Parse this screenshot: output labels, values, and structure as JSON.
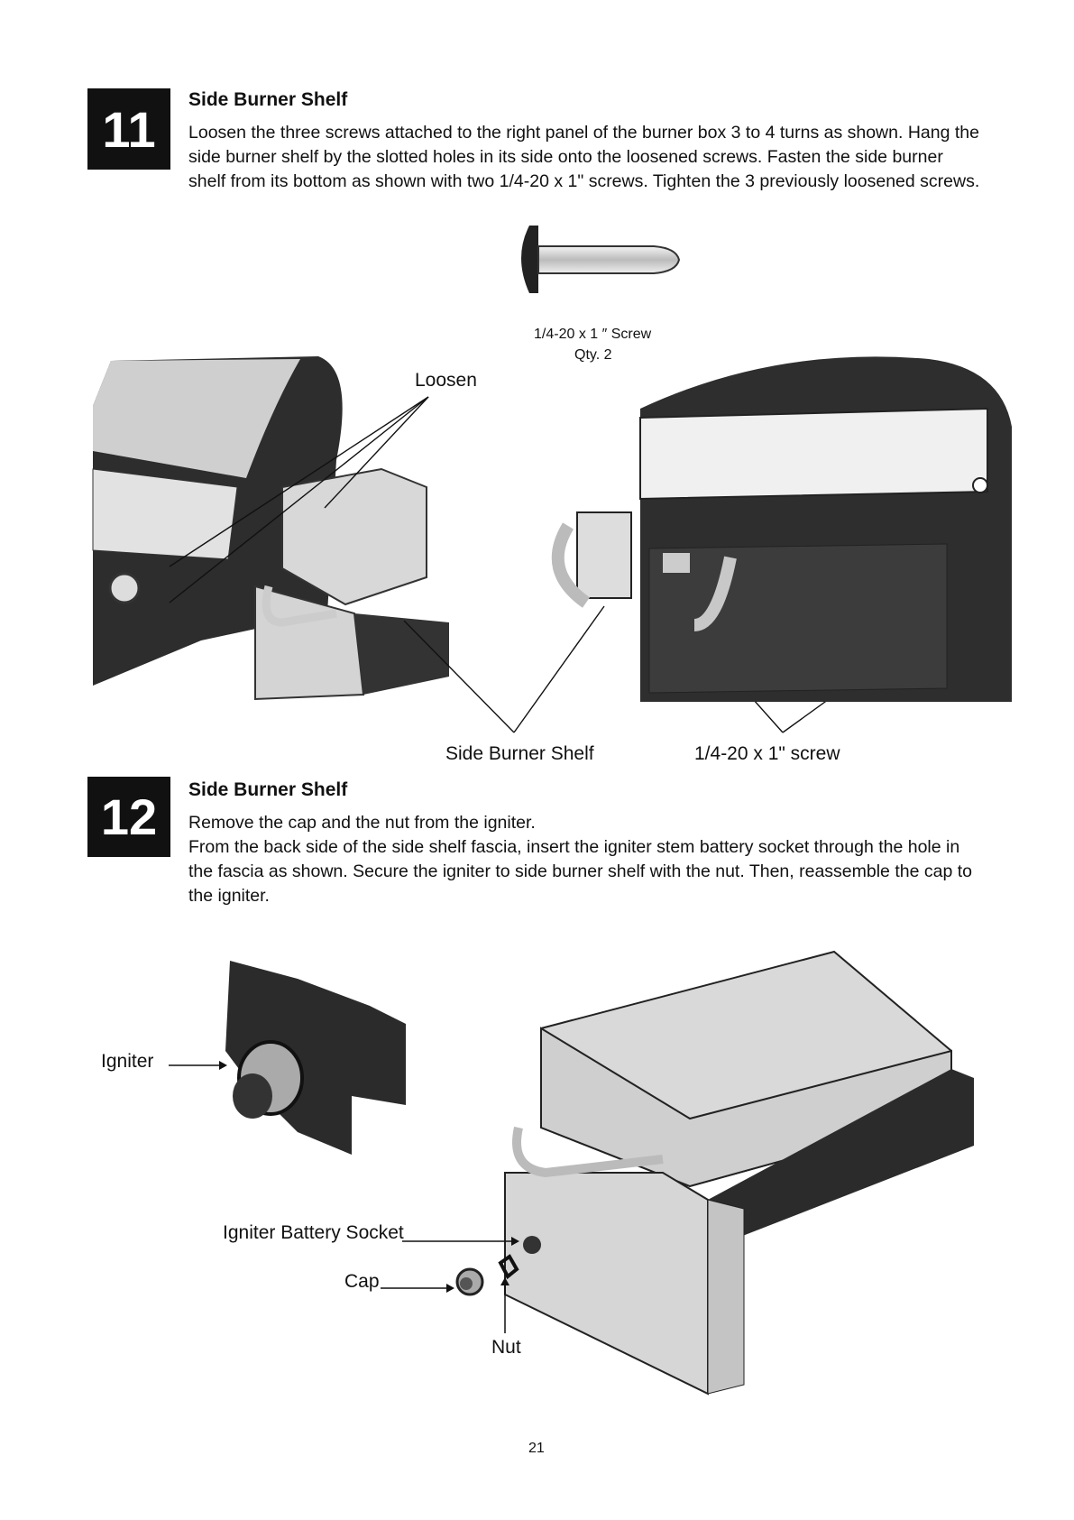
{
  "steps": [
    {
      "number": "11",
      "title": "Side Burner Shelf",
      "text": "Loosen the three screws attached to the right panel of the burner box 3 to 4 turns as shown. Hang the side burner shelf by the slotted holes in its side onto the loosened screws. Fasten the side burner shelf from its bottom as shown with two 1/4-20 x 1\" screws. Tighten the 3 previously loosened screws."
    },
    {
      "number": "12",
      "title": "Side Burner Shelf",
      "text_line1": "Remove the cap and the nut from the igniter.",
      "text_line2": "From the back side of the side shelf fascia, insert the igniter stem battery socket through the hole in the fascia as shown. Secure the igniter to side burner shelf with the nut. Then, reassemble the cap to the igniter."
    }
  ],
  "figure11": {
    "screw_label": "1/4-20 x 1 ″ Screw",
    "screw_qty": "Qty. 2",
    "loosen_label": "Loosen",
    "side_burner_shelf_label": "Side Burner Shelf",
    "screw_callout_label": "1/4-20 x 1\" screw"
  },
  "figure12": {
    "igniter_label": "Igniter",
    "battery_socket_label": "Igniter Battery Socket",
    "cap_label": "Cap",
    "nut_label": "Nut"
  },
  "page_number": "21"
}
